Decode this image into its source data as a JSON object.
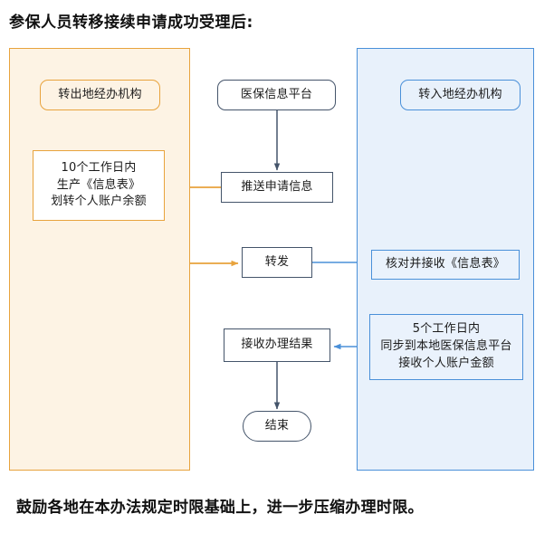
{
  "page": {
    "title": "参保人员转移接续申请成功受理后:",
    "footer_note": "鼓励各地在本办法规定时限基础上，进一步压缩办理时限。"
  },
  "colors": {
    "orange_border": "#e8a33d",
    "orange_fill": "#fdf3e4",
    "blue_border": "#4a90d9",
    "blue_fill": "#e8f1fb",
    "dark_border": "#44546a",
    "text": "#1b1b1b",
    "background": "#ffffff"
  },
  "lanes": [
    {
      "id": "lane-left",
      "header": "转出地经办机构",
      "accent": "#e8a33d"
    },
    {
      "id": "lane-right",
      "header": "转入地经办机构",
      "accent": "#4a90d9"
    }
  ],
  "nodes": {
    "lane_left_header": {
      "label": "转出地经办机构",
      "shape": "rounded",
      "accent": "orange"
    },
    "lane_right_header": {
      "label": "转入地经办机构",
      "shape": "rounded",
      "accent": "blue"
    },
    "platform": {
      "label": "医保信息平台",
      "shape": "rounded",
      "accent": "dark"
    },
    "push_request": {
      "label": "推送申请信息",
      "shape": "rect",
      "accent": "dark"
    },
    "transfer_out": {
      "shape": "rect",
      "accent": "orange",
      "lines": [
        "10个工作日内",
        "生产《信息表》",
        "划转个人账户余额"
      ]
    },
    "forward": {
      "label": "转发",
      "shape": "rect",
      "accent": "dark"
    },
    "verify_receive": {
      "label": "核对并接收《信息表》",
      "shape": "rect",
      "accent": "blue"
    },
    "sync_local": {
      "shape": "rect",
      "accent": "blue",
      "lines": [
        "5个工作日内",
        "同步到本地医保信息平台",
        "接收个人账户金额"
      ]
    },
    "receive_result": {
      "label": "接收办理结果",
      "shape": "rect",
      "accent": "dark"
    },
    "end": {
      "label": "结束",
      "shape": "pill",
      "accent": "dark"
    }
  },
  "connectors": [
    {
      "from": "platform",
      "to": "push_request",
      "color": "#44546a",
      "direction": "down"
    },
    {
      "from": "push_request",
      "to": "transfer_out",
      "color": "#e8a33d",
      "direction": "left"
    },
    {
      "from": "transfer_out",
      "to": "forward",
      "color": "#e8a33d",
      "direction": "right"
    },
    {
      "from": "forward",
      "to": "verify_receive",
      "color": "#4a90d9",
      "direction": "right"
    },
    {
      "from": "verify_receive",
      "to": "sync_local",
      "color": "#4a90d9",
      "direction": "down"
    },
    {
      "from": "sync_local",
      "to": "receive_result",
      "color": "#4a90d9",
      "direction": "left"
    },
    {
      "from": "receive_result",
      "to": "end",
      "color": "#44546a",
      "direction": "down"
    }
  ]
}
